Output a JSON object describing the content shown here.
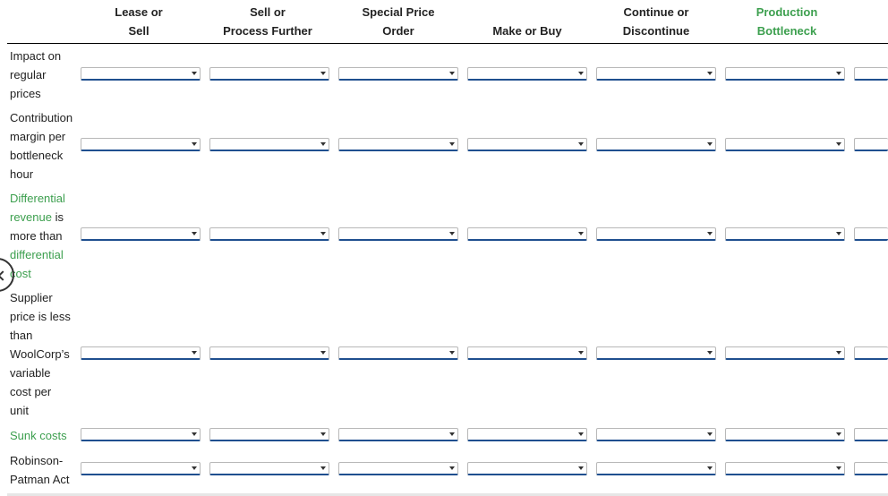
{
  "columns": [
    {
      "line1": "Lease or",
      "line2": "Sell"
    },
    {
      "line1": "Sell or",
      "line2": "Process Further"
    },
    {
      "line1": "Special Price",
      "line2": "Order"
    },
    {
      "line1": "",
      "line2": "Make or Buy"
    },
    {
      "line1": "Continue or",
      "line2": "Discontinue"
    },
    {
      "line1": "Production",
      "line2": "Bottleneck"
    },
    {
      "line1": "",
      "line2": ""
    }
  ],
  "rows": [
    {
      "label_parts": [
        "Impact on",
        "regular",
        "prices"
      ]
    },
    {
      "label_parts": [
        "Contribution",
        "margin per",
        "bottleneck",
        "hour"
      ]
    },
    {
      "label_link_1": "Differential",
      "label_link_2": "revenue",
      "label_mid_1": " is",
      "label_mid_2": "more than",
      "label_link_3": "differential",
      "label_link_4": "cost"
    },
    {
      "label_parts": [
        "Supplier",
        "price is less",
        "than",
        "WoolCorp’s",
        "variable",
        "cost per",
        "unit"
      ]
    },
    {
      "label_link": "Sunk costs"
    },
    {
      "label_parts": [
        "Robinson-",
        "Patman Act"
      ]
    }
  ],
  "dropdown_value": "",
  "colors": {
    "link": "#3c9f4e",
    "dropdown_underline": "#1f4f8f"
  }
}
